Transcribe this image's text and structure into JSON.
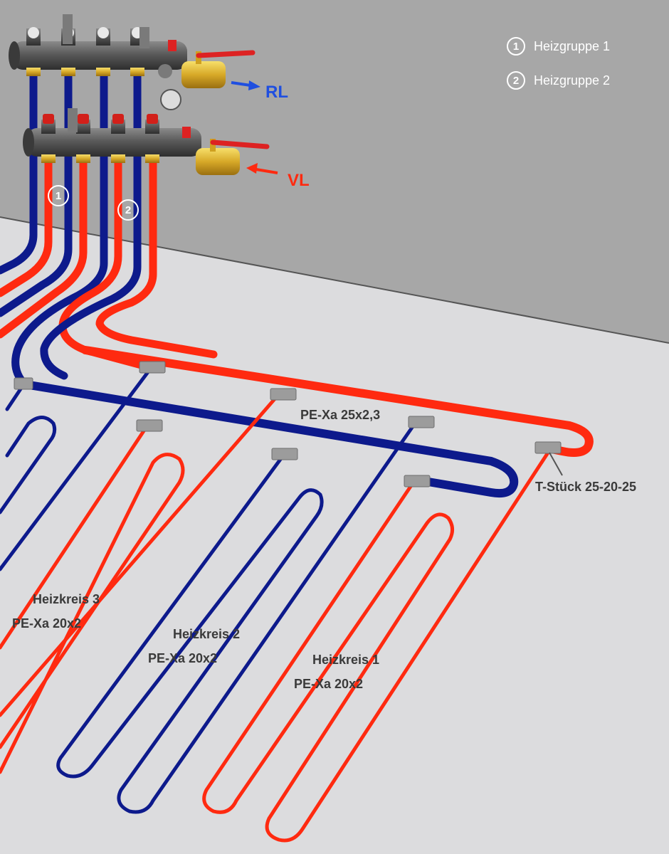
{
  "legend": [
    {
      "number": "1",
      "label": "Heizgruppe 1"
    },
    {
      "number": "2",
      "label": "Heizgruppe 2"
    }
  ],
  "flow": {
    "return_label": "RL",
    "supply_label": "VL"
  },
  "group_markers": [
    "1",
    "2"
  ],
  "main_pipe_label": "PE-Xa 25x2,3",
  "tee_label": "T-Stück 25-20-25",
  "circuits": [
    {
      "name": "Heizkreis 3",
      "pipe": "PE-Xa 20x2"
    },
    {
      "name": "Heizkreis 2",
      "pipe": "PE-Xa 20x2"
    },
    {
      "name": "Heizkreis 1",
      "pipe": "PE-Xa 20x2"
    }
  ],
  "colors": {
    "supply": "#ff2a10",
    "return": "#0d1a8c",
    "wall": "#a7a7a7",
    "floor": "#dcdcde",
    "text": "#3a3a3a",
    "return_arrow": "#1f4fe0"
  }
}
